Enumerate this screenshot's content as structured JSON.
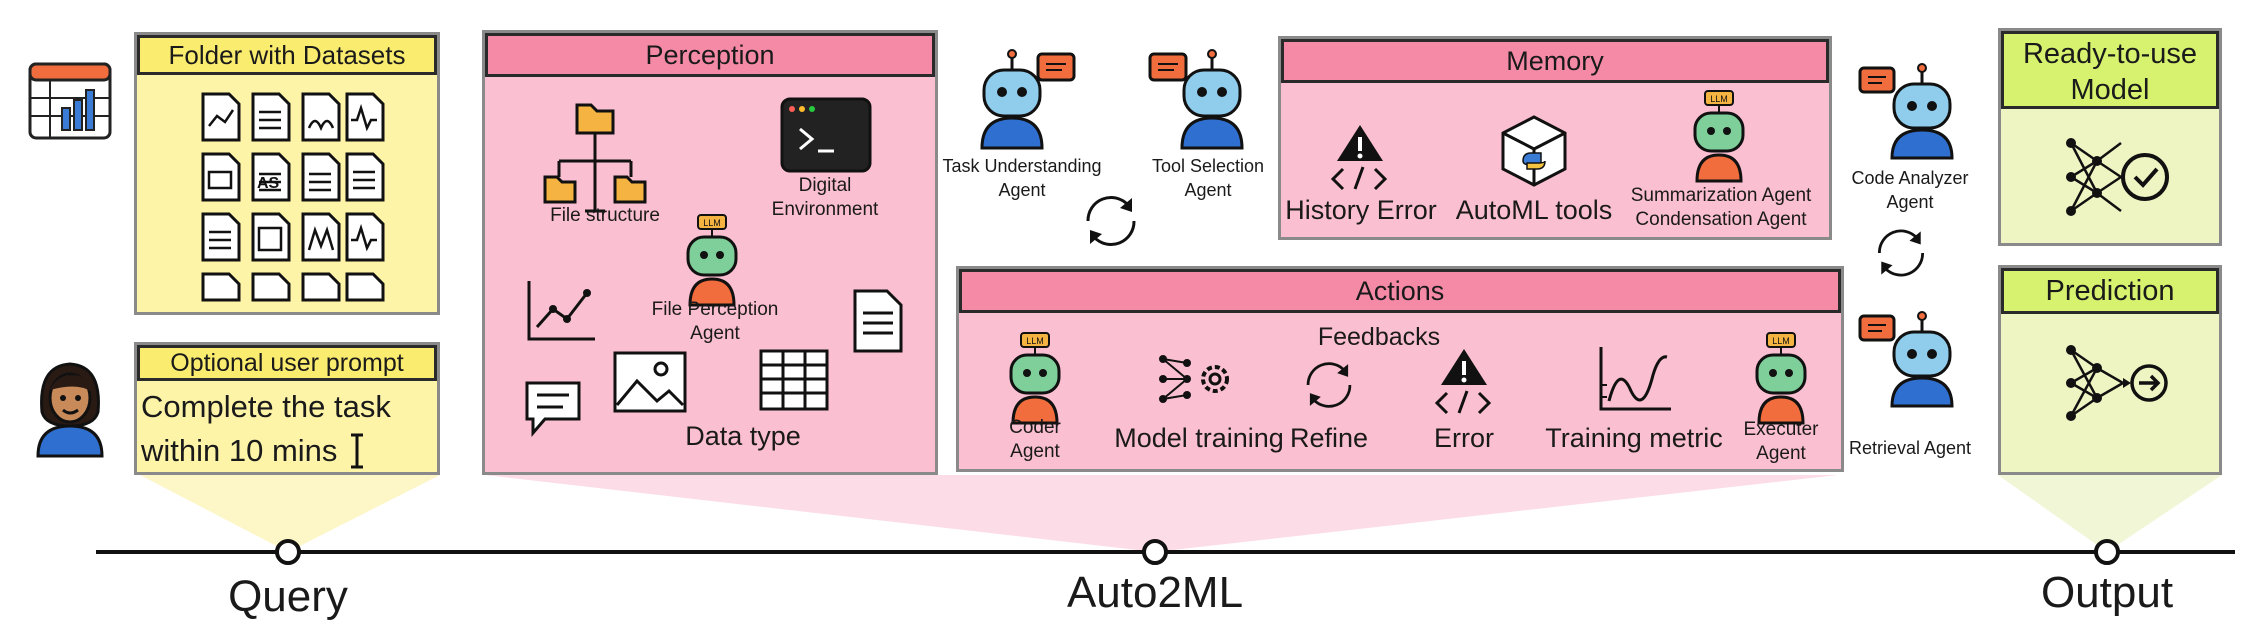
{
  "query": {
    "folder_title": "Folder with Datasets",
    "prompt_title": "Optional user prompt",
    "prompt_line1": "Complete the task",
    "prompt_line2": "within 10 mins",
    "timeline_label": "Query"
  },
  "perception": {
    "title": "Perception",
    "file_structure": "File structure",
    "digital_env_line1": "Digital",
    "digital_env_line2": "Environment",
    "agent_line1": "File Perception",
    "agent_line2": "Agent",
    "data_type": "Data type"
  },
  "agents_top": {
    "task_line1": "Task Understanding",
    "task_line2": "Agent",
    "tool_line1": "Tool Selection",
    "tool_line2": "Agent"
  },
  "memory": {
    "title": "Memory",
    "history_error": "History Error",
    "automl_tools": "AutoML tools",
    "summ_line1": "Summarization Agent",
    "summ_line2": "Condensation Agent"
  },
  "actions": {
    "title": "Actions",
    "feedbacks": "Feedbacks",
    "coder_line1": "Coder",
    "coder_line2": "Agent",
    "model_training": "Model training",
    "refine": "Refine",
    "error": "Error",
    "training_metric": "Training metric",
    "executer_line1": "Executer",
    "executer_line2": "Agent"
  },
  "agents_right": {
    "code_line1": "Code Analyzer",
    "code_line2": "Agent",
    "retrieval": "Retrieval Agent"
  },
  "output": {
    "model_line1": "Ready-to-use",
    "model_line2": "Model",
    "prediction": "Prediction",
    "timeline_label": "Output"
  },
  "timeline": {
    "center_label": "Auto2ML"
  },
  "llm_badge": "LLM",
  "colors": {
    "pink_fill": "#fbbfd2",
    "pink_header": "#f58aa7",
    "yellow_fill": "#fdf4a8",
    "yellow_header": "#faec6e",
    "green_fill": "#eff5c2",
    "green_header": "#d6f26e",
    "robot_blue": "#90cdec",
    "robot_green": "#7fcf9b"
  }
}
